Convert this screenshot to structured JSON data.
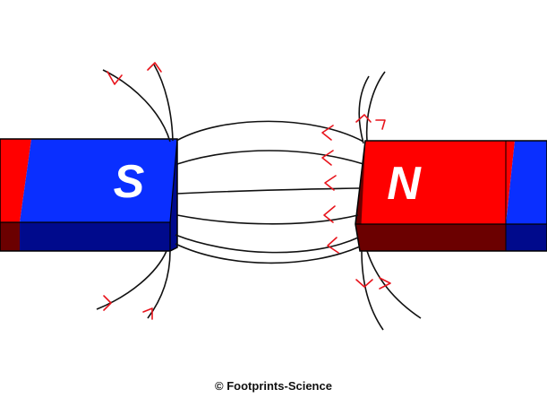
{
  "magnets": {
    "left_pole_label": "S",
    "right_pole_label": "N"
  },
  "credit": "© Footprints-Science",
  "colors": {
    "north": "#ff0000",
    "north_shade": "#6b0000",
    "south": "#0a2fff",
    "south_shade": "#000a8c",
    "field_line": "#111111",
    "arrow": "#e8141c",
    "label": "#ffffff"
  }
}
